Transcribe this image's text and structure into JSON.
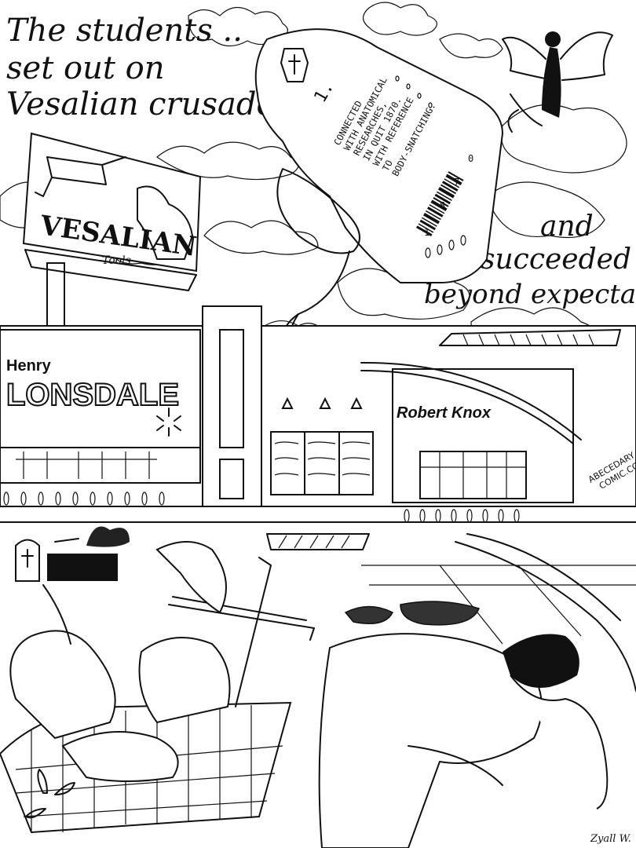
{
  "caption_left": {
    "line1": "The students ..",
    "line2": "set out on",
    "line3": "Vesalian crusades"
  },
  "caption_right": {
    "line1": "and",
    "line2": "succeeded",
    "line3": "beyond expectation."
  },
  "receipt": {
    "number": "1.",
    "text_lines": [
      "CONNECTED",
      "WITH ANATOMICAL",
      "RESEARCHES,",
      "IN QUIT 1870.",
      "WITH REFERENCE",
      "TO",
      "BODY-SNATCHING."
    ],
    "barcode_digits": [
      "1",
      "8",
      "7",
      "0"
    ]
  },
  "billboard": {
    "title": "VESALIAN",
    "subtitle": "Tools"
  },
  "store_left": {
    "line1": "Henry",
    "line2": "LONSDALE"
  },
  "store_right": {
    "name": "Robert Knox"
  },
  "watermark": {
    "line1": "ABECEDARY",
    "line2": "COMIC.COM"
  },
  "signature": "Zyall W.",
  "colors": {
    "ink": "#111111",
    "paper": "#ffffff"
  },
  "icons": [
    "coffin-cross-icon",
    "tombstone-cross-icon",
    "spark-logo-icon",
    "saw-icon",
    "reaper-angel-icon"
  ]
}
